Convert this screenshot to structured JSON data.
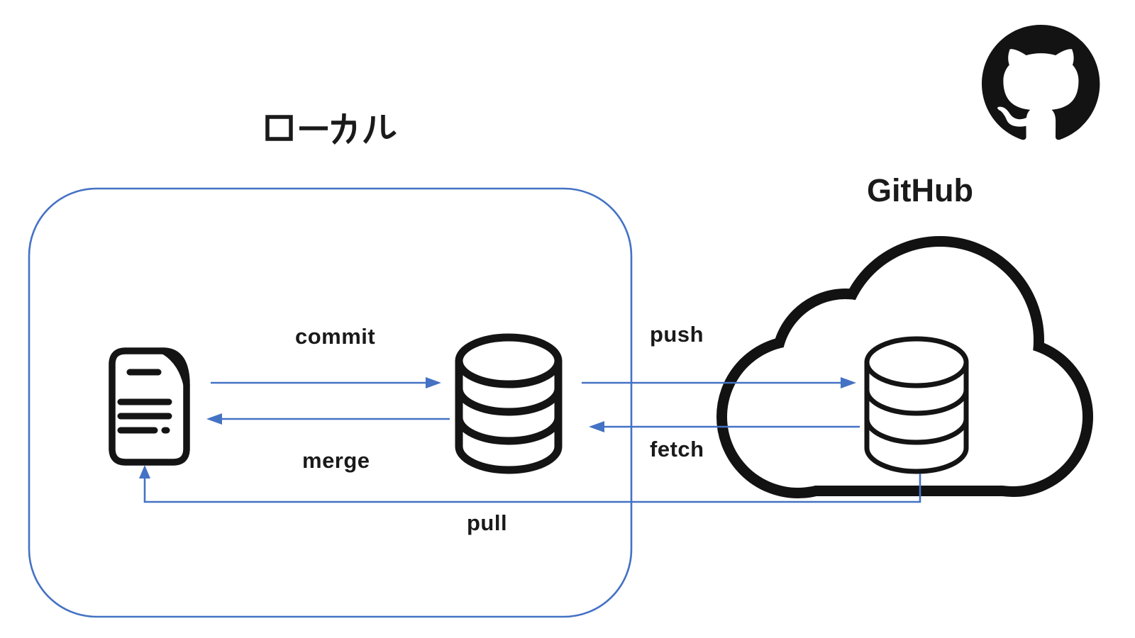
{
  "titles": {
    "local": "ローカル",
    "remote": "GitHub"
  },
  "arrow_labels": {
    "commit": "commit",
    "merge": "merge",
    "push": "push",
    "fetch": "fetch",
    "pull": "pull"
  },
  "icons": [
    "document-icon",
    "local-database-icon",
    "cloud-icon",
    "cloud-database-icon",
    "github-logo-icon"
  ],
  "colors": {
    "accent_blue": "#4472C4",
    "icon_black": "#141414",
    "text_black": "#1a1a1a",
    "background": "#ffffff"
  }
}
